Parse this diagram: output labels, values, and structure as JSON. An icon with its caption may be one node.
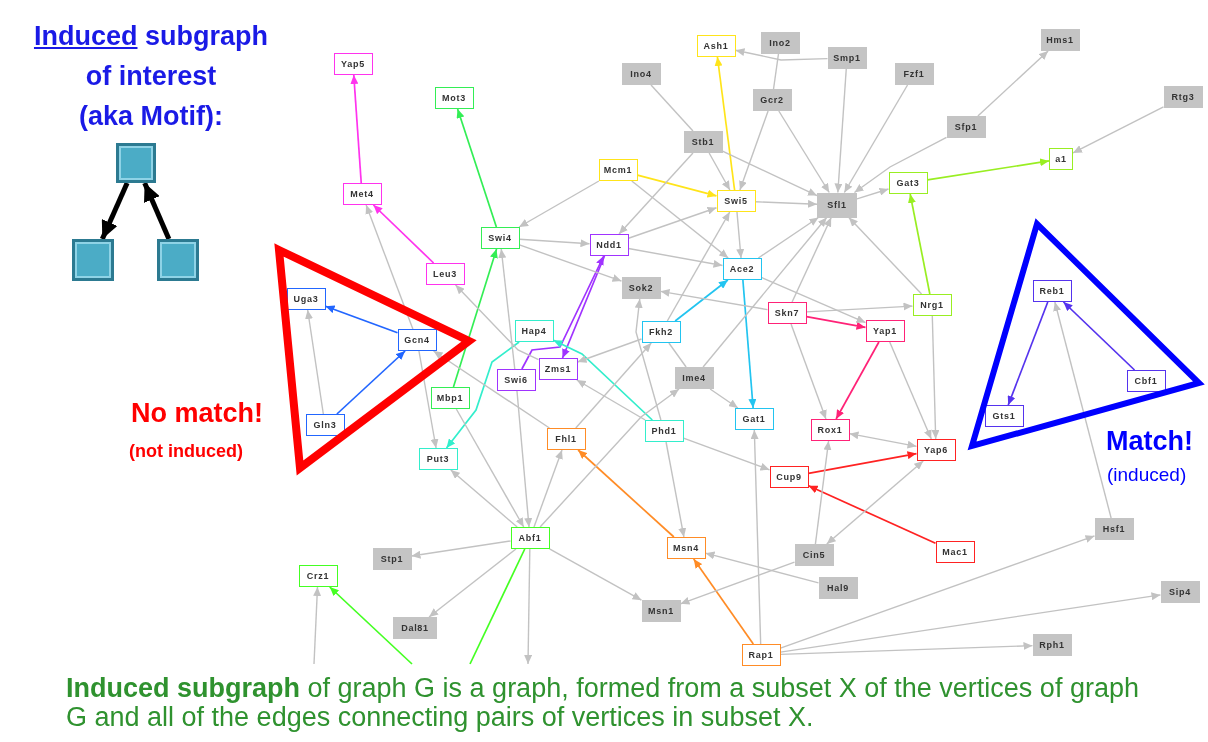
{
  "diagram": {
    "title": "Induced subgraph of interest (aka Motif):",
    "caption": "**Induced subgraph** of graph G is a graph, formed from a subset X of the vertices of graph G and all of the edges connecting pairs of vertices in subset X.",
    "nodes": [
      {
        "text": [],
        "shape": "box"
      },
      {
        "text": [],
        "shape": "box"
      },
      {
        "text": [],
        "shape": "box"
      },
      {
        "text": [
          "Ino2"
        ]
      },
      {
        "text": [
          "Hms1"
        ]
      },
      {
        "text": [
          "Ash1"
        ]
      },
      {
        "text": [
          "Smp1"
        ]
      },
      {
        "text": [
          "Yap5"
        ]
      },
      {
        "text": [
          "Ino4"
        ]
      },
      {
        "text": [
          "Fzf1"
        ]
      },
      {
        "text": [
          "Rtg3"
        ]
      },
      {
        "text": [
          "Mot3"
        ]
      },
      {
        "text": [
          "Gcr2"
        ]
      },
      {
        "text": [
          "Sfp1"
        ]
      },
      {
        "text": [
          "Stb1"
        ]
      },
      {
        "text": [
          "a1"
        ]
      },
      {
        "text": [
          "Mcm1"
        ]
      },
      {
        "text": [
          "Gat3"
        ]
      },
      {
        "text": [
          "Met4"
        ]
      },
      {
        "text": [
          "Swi5"
        ]
      },
      {
        "text": [
          "Sfl1"
        ]
      },
      {
        "text": [
          "Swi4"
        ]
      },
      {
        "text": [
          "Ndd1"
        ]
      },
      {
        "text": [
          "Ace2"
        ]
      },
      {
        "text": [
          "Leu3"
        ]
      },
      {
        "text": [],
        "shape": "triangle",
        "beside": [
          "No match!",
          "(not induced)"
        ]
      },
      {
        "text": [
          "Uga3"
        ],
        "in": 25
      },
      {
        "text": [
          "Gcn4"
        ],
        "in": 25
      },
      {
        "text": [
          "Gln3"
        ],
        "in": 25
      },
      {
        "text": [],
        "shape": "triangle",
        "beside": [
          "Match!",
          "(induced)"
        ]
      },
      {
        "text": [
          "Reb1"
        ],
        "in": 29
      },
      {
        "text": [
          "Cbf1"
        ],
        "in": 29
      },
      {
        "text": [
          "Gts1"
        ],
        "in": 29
      },
      {
        "text": [
          "Sok2"
        ]
      },
      {
        "text": [
          "Nrg1"
        ]
      },
      {
        "text": [
          "Skn7"
        ]
      },
      {
        "text": [
          "Hap4"
        ]
      },
      {
        "text": [
          "Yap1"
        ]
      },
      {
        "text": [
          "Fkh2"
        ]
      },
      {
        "text": [
          "Zms1"
        ]
      },
      {
        "text": [
          "Swi6"
        ]
      },
      {
        "text": [
          "Ime4"
        ]
      },
      {
        "text": [
          "Mbp1"
        ]
      },
      {
        "text": [
          "Gat1"
        ]
      },
      {
        "text": [
          "Rox1"
        ]
      },
      {
        "text": [
          "Phd1"
        ]
      },
      {
        "text": [
          "Fhl1"
        ]
      },
      {
        "text": [
          "Yap6"
        ]
      },
      {
        "text": [
          "Put3"
        ]
      },
      {
        "text": [
          "Cup9"
        ]
      },
      {
        "text": [
          "Hsf1"
        ]
      },
      {
        "text": [
          "Abf1"
        ]
      },
      {
        "text": [
          "Msn4"
        ]
      },
      {
        "text": [
          "Mac1"
        ]
      },
      {
        "text": [
          "Cin5"
        ]
      },
      {
        "text": [
          "Stp1"
        ]
      },
      {
        "text": [
          "Crz1"
        ]
      },
      {
        "text": [
          "Hal9"
        ]
      },
      {
        "text": [
          "Sip4"
        ]
      },
      {
        "text": [
          "Msn1"
        ]
      },
      {
        "text": [
          "Dal81"
        ]
      },
      {
        "text": [
          "Rph1"
        ]
      },
      {
        "text": [
          "Rap1"
        ]
      }
    ],
    "edges": [
      {
        "from": 0,
        "to": 1,
        "arrow": "to",
        "style": "thick",
        "color": "#000000"
      },
      {
        "from": 2,
        "to": 0,
        "arrow": "to",
        "style": "thick",
        "color": "#000000"
      },
      {
        "from": 18,
        "to": 7,
        "arrow": "to",
        "color": "#ff33ee"
      },
      {
        "from": 24,
        "to": 18,
        "arrow": "to",
        "color": "#ff33ee"
      },
      {
        "from": 21,
        "to": 11,
        "arrow": "to",
        "color": "#33ee55"
      },
      {
        "from": 42,
        "to": 21,
        "arrow": "to",
        "color": "#33ee55"
      },
      {
        "from": 27,
        "to": 26,
        "arrow": "to",
        "color": "#2266ff"
      },
      {
        "from": 28,
        "to": 27,
        "arrow": "to",
        "color": "#2266ff"
      },
      {
        "from": 16,
        "to": 19,
        "arrow": "to",
        "color": "#ffe41a"
      },
      {
        "from": 19,
        "to": 5,
        "arrow": "to",
        "color": "#ffe41a"
      },
      {
        "from": 40,
        "to": 22,
        "arrow": "to",
        "color": "#a033ff"
      },
      {
        "from": 22,
        "to": 39,
        "arrow": "to",
        "color": "#a033ff"
      },
      {
        "from": 38,
        "to": 23,
        "arrow": "to",
        "color": "#22c4f0"
      },
      {
        "from": 23,
        "to": 43,
        "arrow": "to",
        "color": "#22c4f0"
      },
      {
        "from": 35,
        "to": 37,
        "arrow": "to",
        "color": "#ff2277"
      },
      {
        "from": 37,
        "to": 44,
        "arrow": "to",
        "color": "#ff2277"
      },
      {
        "from": 34,
        "to": 17,
        "arrow": "to",
        "color": "#99ee22"
      },
      {
        "from": 17,
        "to": 15,
        "arrow": "to",
        "color": "#99ee22"
      },
      {
        "from": 53,
        "to": 49,
        "arrow": "to",
        "color": "#ff2222"
      },
      {
        "from": 49,
        "to": 47,
        "arrow": "to",
        "color": "#ff2222"
      },
      {
        "from": 62,
        "to": 52,
        "arrow": "to",
        "color": "#ff8c26"
      },
      {
        "from": 52,
        "to": 46,
        "arrow": "to",
        "color": "#ff8c26"
      },
      {
        "from": 45,
        "to": 36,
        "arrow": "to",
        "color": "#33eecc"
      },
      {
        "from": 36,
        "to": 48,
        "arrow": "to",
        "color": "#33eecc"
      },
      {
        "from": 31,
        "to": 30,
        "arrow": "to",
        "color": "#5533ee"
      },
      {
        "from": 30,
        "to": 32,
        "arrow": "to",
        "color": "#5533ee"
      },
      {
        "from": 51,
        "to": null,
        "arrow": "none",
        "color": "#44ff22"
      },
      {
        "from": null,
        "to": 56,
        "arrow": "to",
        "color": "#44ff22"
      },
      {
        "from": 6,
        "to": 5,
        "arrow": "to"
      },
      {
        "from": 12,
        "to": 19,
        "arrow": "to"
      },
      {
        "from": 12,
        "to": 20,
        "arrow": "to"
      },
      {
        "from": 6,
        "to": 20,
        "arrow": "to"
      },
      {
        "from": 9,
        "to": 20,
        "arrow": "to"
      },
      {
        "from": 13,
        "to": 4,
        "arrow": "to"
      },
      {
        "from": 13,
        "to": 20,
        "arrow": "to"
      },
      {
        "from": 10,
        "to": 15,
        "arrow": "to"
      },
      {
        "from": 8,
        "to": 14,
        "arrow": "none"
      },
      {
        "from": 14,
        "to": 22,
        "arrow": "to"
      },
      {
        "from": 14,
        "to": 20,
        "arrow": "to"
      },
      {
        "from": 14,
        "to": 19,
        "arrow": "to"
      },
      {
        "from": 16,
        "to": 21,
        "arrow": "to"
      },
      {
        "from": 16,
        "to": 23,
        "arrow": "to"
      },
      {
        "from": 19,
        "to": 20,
        "arrow": "to"
      },
      {
        "from": 20,
        "to": 17,
        "arrow": "to"
      },
      {
        "from": 34,
        "to": 20,
        "arrow": "to"
      },
      {
        "from": 23,
        "to": 20,
        "arrow": "to"
      },
      {
        "from": 35,
        "to": 20,
        "arrow": "to"
      },
      {
        "from": 41,
        "to": 20,
        "arrow": "to"
      },
      {
        "from": 22,
        "to": 19,
        "arrow": "to"
      },
      {
        "from": 22,
        "to": 23,
        "arrow": "to"
      },
      {
        "from": 38,
        "to": 19,
        "arrow": "to"
      },
      {
        "from": 21,
        "to": 22,
        "arrow": "to"
      },
      {
        "from": 21,
        "to": 33,
        "arrow": "to"
      },
      {
        "from": 40,
        "to": 21,
        "arrow": "to"
      },
      {
        "from": 40,
        "to": 51,
        "arrow": "to"
      },
      {
        "from": 27,
        "to": 18,
        "arrow": "to"
      },
      {
        "from": 28,
        "to": 26,
        "arrow": "to"
      },
      {
        "from": 27,
        "to": 48,
        "arrow": "to"
      },
      {
        "from": 46,
        "to": 27,
        "arrow": "to"
      },
      {
        "from": 39,
        "to": 24,
        "arrow": "to"
      },
      {
        "from": 45,
        "to": 39,
        "arrow": "to"
      },
      {
        "from": 38,
        "to": 39,
        "arrow": "to"
      },
      {
        "from": 35,
        "to": 33,
        "arrow": "to"
      },
      {
        "from": 35,
        "to": 34,
        "arrow": "to"
      },
      {
        "from": 23,
        "to": 37,
        "arrow": "to"
      },
      {
        "from": 35,
        "to": 44,
        "arrow": "to"
      },
      {
        "from": 37,
        "to": 47,
        "arrow": "to"
      },
      {
        "from": 34,
        "to": 47,
        "arrow": "to"
      },
      {
        "from": 44,
        "to": 47,
        "arrow": "both"
      },
      {
        "from": 45,
        "to": 49,
        "arrow": "to"
      },
      {
        "from": 54,
        "to": 44,
        "arrow": "to"
      },
      {
        "from": 47,
        "to": 54,
        "arrow": "both"
      },
      {
        "from": 3,
        "to": 12,
        "arrow": "none"
      },
      {
        "from": 54,
        "to": 59,
        "arrow": "to"
      },
      {
        "from": 57,
        "to": 52,
        "arrow": "to"
      },
      {
        "from": 45,
        "to": 52,
        "arrow": "to"
      },
      {
        "from": 62,
        "to": 43,
        "arrow": "to"
      },
      {
        "from": 62,
        "to": 50,
        "arrow": "to"
      },
      {
        "from": 62,
        "to": 58,
        "arrow": "to"
      },
      {
        "from": 62,
        "to": 61,
        "arrow": "to"
      },
      {
        "from": 50,
        "to": 30,
        "arrow": "to"
      },
      {
        "from": 51,
        "to": 55,
        "arrow": "to"
      },
      {
        "from": 51,
        "to": 60,
        "arrow": "to"
      },
      {
        "from": 51,
        "to": 59,
        "arrow": "to"
      },
      {
        "from": 51,
        "to": 48,
        "arrow": "to"
      },
      {
        "from": 51,
        "to": 46,
        "arrow": "to"
      },
      {
        "from": 51,
        "to": null,
        "arrow": "to"
      },
      {
        "from": 42,
        "to": 51,
        "arrow": "to"
      },
      {
        "from": 51,
        "to": 41,
        "arrow": "to"
      },
      {
        "from": 46,
        "to": 38,
        "arrow": "to"
      },
      {
        "from": 41,
        "to": 43,
        "arrow": "to"
      },
      {
        "from": 38,
        "to": 41,
        "arrow": "none"
      },
      {
        "from": null,
        "to": 56,
        "arrow": "to"
      },
      {
        "from": 45,
        "to": 33,
        "arrow": "to"
      },
      {
        "from": 19,
        "to": 23,
        "arrow": "to"
      }
    ]
  }
}
